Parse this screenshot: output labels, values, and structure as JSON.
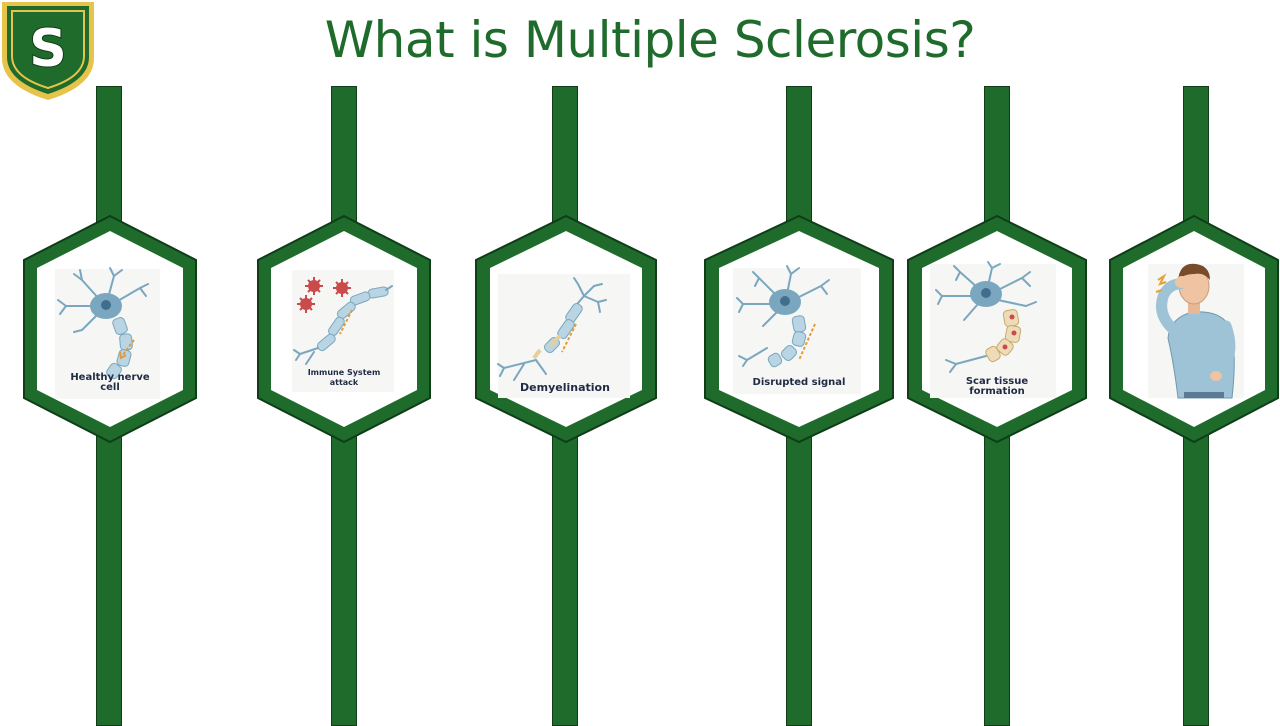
{
  "slide": {
    "title": "What is Multiple Sclerosis?",
    "logo_letter": "S",
    "colors": {
      "brand_green": "#1e6b2c",
      "shield_gold": "#e6c34a",
      "nerve_blue": "#7aa7bf",
      "attack_red": "#c94b4b"
    }
  },
  "steps": [
    {
      "label_lines": [
        "Healthy nerve",
        "cell"
      ],
      "icon": "healthy-nerve-cell-icon"
    },
    {
      "label_lines": [
        "Immune System",
        "attack"
      ],
      "icon": "immune-attack-icon"
    },
    {
      "label_lines": [
        "Demyelination"
      ],
      "icon": "demyelination-icon"
    },
    {
      "label_lines": [
        "Disrupted signal"
      ],
      "icon": "disrupted-signal-icon"
    },
    {
      "label_lines": [
        "Scar tissue",
        "formation"
      ],
      "icon": "scar-tissue-icon"
    },
    {
      "label_lines": [],
      "icon": "person-with-headache-icon"
    }
  ]
}
